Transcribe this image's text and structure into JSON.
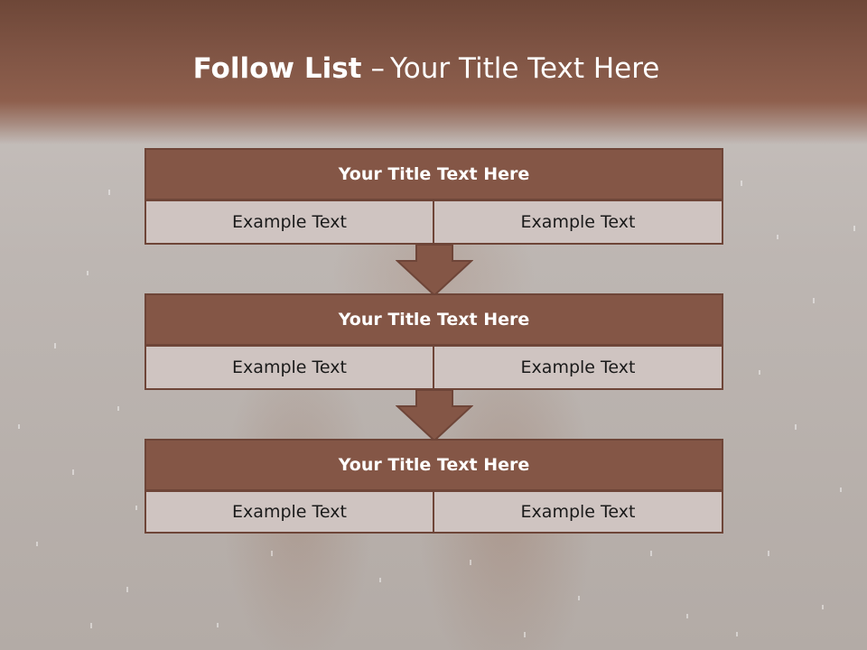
{
  "slide": {
    "title_bold": "Follow List",
    "title_separator": "–",
    "title_rest": "Your Title Text Here"
  },
  "blocks": [
    {
      "title": "Your Title Text Here",
      "left": "Example Text",
      "right": "Example Text"
    },
    {
      "title": "Your Title Text Here",
      "left": "Example Text",
      "right": "Example Text"
    },
    {
      "title": "Your Title Text Here",
      "left": "Example Text",
      "right": "Example Text"
    }
  ],
  "colors": {
    "header_brown": "#7f5444",
    "block_title_fill": "#845646",
    "block_border": "#6e4538",
    "cell_fill": "#cfc4c1",
    "arrow_fill": "#845646"
  }
}
